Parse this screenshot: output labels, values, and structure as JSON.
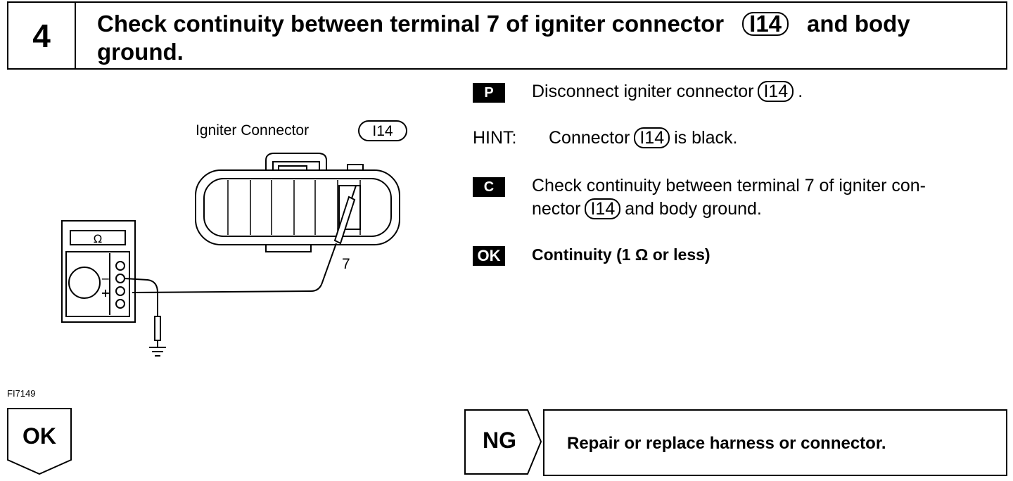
{
  "step": {
    "number": "4",
    "title_pre": "Check continuity between terminal 7 of igniter connector",
    "title_code": "I14",
    "title_post": "and body",
    "title_line2": "ground."
  },
  "diagram": {
    "connector_label": "Igniter Connector",
    "connector_code": "I14",
    "terminal_label": "7",
    "meter_symbol": "Ω",
    "minus": "−",
    "plus": "+"
  },
  "figure_id": "FI7149",
  "instructions": {
    "prep": {
      "tag": "P",
      "text_pre": "Disconnect igniter connector",
      "code": "I14",
      "text_post": "."
    },
    "hint": {
      "label": "HINT:",
      "text_pre": "Connector",
      "code": "I14",
      "text_post": "is black."
    },
    "check": {
      "tag": "C",
      "line1": "Check continuity between terminal 7 of igniter con-",
      "line2_pre": "nector",
      "code": "I14",
      "line2_post": "and body ground."
    },
    "ok": {
      "tag": "OK",
      "text": "Continuity (1 Ω or less)"
    }
  },
  "results": {
    "ok_label": "OK",
    "ng_label": "NG",
    "ng_action": "Repair or replace harness or connector."
  }
}
